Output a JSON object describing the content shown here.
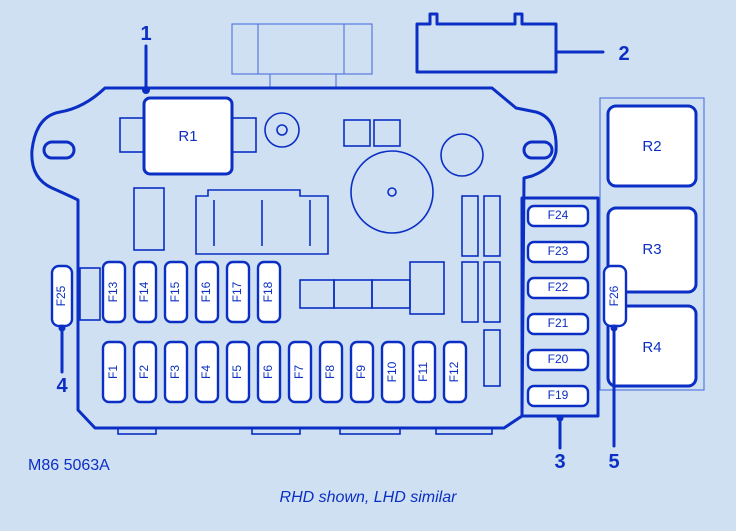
{
  "diagram": {
    "callouts": [
      "1",
      "2",
      "3",
      "4",
      "5"
    ],
    "relays": {
      "r1": "R1",
      "r2": "R2",
      "r3": "R3",
      "r4": "R4"
    },
    "fuses_top_row": [
      "F13",
      "F14",
      "F15",
      "F16",
      "F17",
      "F18"
    ],
    "fuses_bottom_row": [
      "F1",
      "F2",
      "F3",
      "F4",
      "F5",
      "F6",
      "F7",
      "F8",
      "F9",
      "F10",
      "F11",
      "F12"
    ],
    "fuses_side_column": [
      "F24",
      "F23",
      "F22",
      "F21",
      "F20",
      "F19"
    ],
    "fuse_left": "F25",
    "fuse_right": "F26",
    "part_number": "M86 5063A",
    "caption": "RHD shown, LHD similar"
  },
  "colors": {
    "line": "#0b2fc4",
    "background": "#cfe0f3",
    "fill": "#ffffff"
  }
}
